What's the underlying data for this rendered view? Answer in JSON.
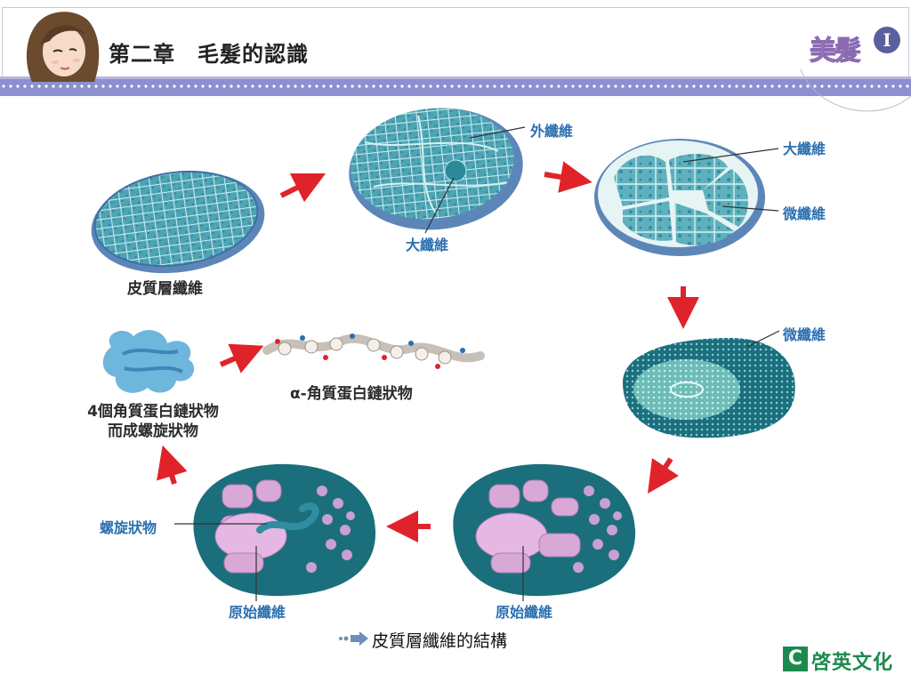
{
  "header": {
    "title": "第二章　毛髮的認識",
    "brand_text": "美髮",
    "brand_badge": "I"
  },
  "diagram": {
    "stage1_label": "皮質層纖維",
    "stage2_labels": {
      "outer": "外纖維",
      "macro": "大纖維"
    },
    "stage3_labels": {
      "macro": "大纖維",
      "micro": "微纖維"
    },
    "stage4_label": "微纖維",
    "stage5_label": "原始纖維",
    "stage6_labels": {
      "helix": "螺旋狀物",
      "proto": "原始纖維"
    },
    "stage7_label_line1": "4個角質蛋白鏈狀物",
    "stage7_label_line2": "而成螺旋狀物",
    "stage8_label": "α-角質蛋白鏈狀物"
  },
  "caption": "皮質層纖維的結構",
  "publisher": {
    "mark": "C",
    "name": "啓英文化"
  },
  "colors": {
    "header_strip": "#8c8fd0",
    "label_blue": "#2a6fb0",
    "arrow_red": "#e0232a",
    "fiber_teal": "#2f8ea0",
    "dark_teal": "#1b6f7c",
    "proto_pink": "#d8a9d6"
  }
}
